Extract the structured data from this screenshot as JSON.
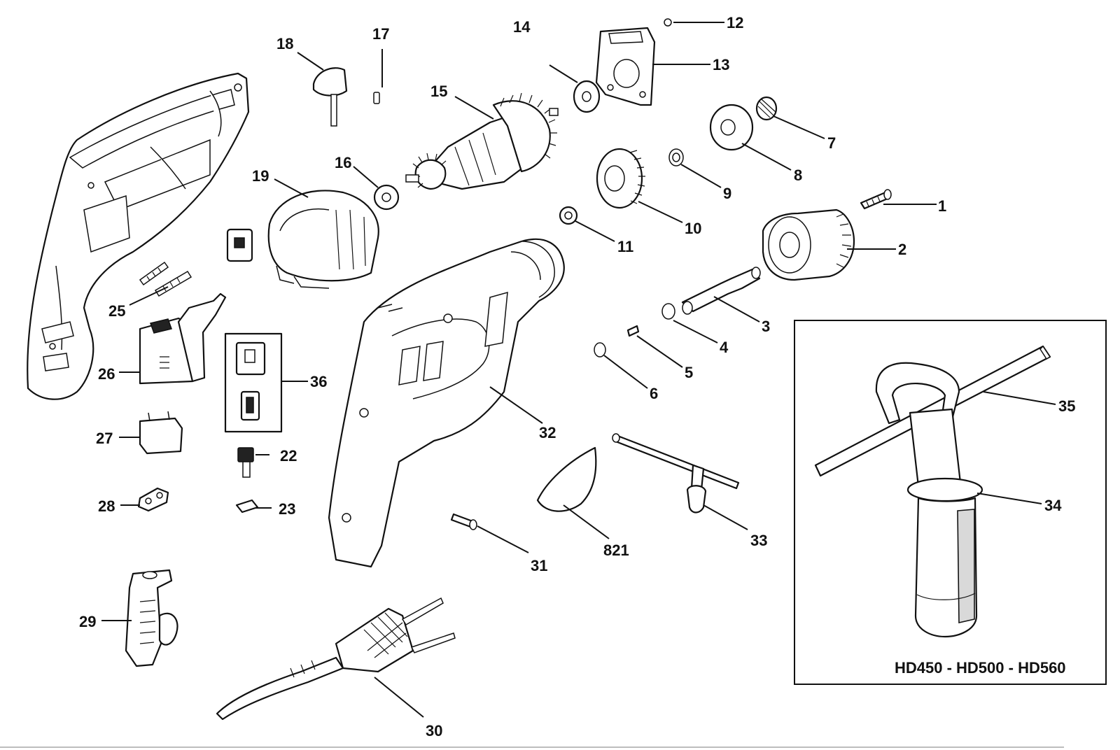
{
  "diagram": {
    "callouts": [
      {
        "id": "p1",
        "label": "1"
      },
      {
        "id": "p2",
        "label": "2"
      },
      {
        "id": "p3",
        "label": "3"
      },
      {
        "id": "p4",
        "label": "4"
      },
      {
        "id": "p5",
        "label": "5"
      },
      {
        "id": "p6",
        "label": "6"
      },
      {
        "id": "p7",
        "label": "7"
      },
      {
        "id": "p8",
        "label": "8"
      },
      {
        "id": "p9",
        "label": "9"
      },
      {
        "id": "p10",
        "label": "10"
      },
      {
        "id": "p11",
        "label": "11"
      },
      {
        "id": "p12",
        "label": "12"
      },
      {
        "id": "p13",
        "label": "13"
      },
      {
        "id": "p14",
        "label": "14"
      },
      {
        "id": "p15",
        "label": "15"
      },
      {
        "id": "p16",
        "label": "16"
      },
      {
        "id": "p17",
        "label": "17"
      },
      {
        "id": "p18",
        "label": "18"
      },
      {
        "id": "p19",
        "label": "19"
      },
      {
        "id": "p22",
        "label": "22"
      },
      {
        "id": "p23",
        "label": "23"
      },
      {
        "id": "p25",
        "label": "25"
      },
      {
        "id": "p26",
        "label": "26"
      },
      {
        "id": "p27",
        "label": "27"
      },
      {
        "id": "p28",
        "label": "28"
      },
      {
        "id": "p29",
        "label": "29"
      },
      {
        "id": "p30",
        "label": "30"
      },
      {
        "id": "p31",
        "label": "31"
      },
      {
        "id": "p32",
        "label": "32"
      },
      {
        "id": "p33",
        "label": "33"
      },
      {
        "id": "p34",
        "label": "34"
      },
      {
        "id": "p35",
        "label": "35"
      },
      {
        "id": "p36",
        "label": "36"
      },
      {
        "id": "p821",
        "label": "821"
      }
    ],
    "inset": {
      "model_label": "HD450 - HD500 - HD560"
    }
  }
}
